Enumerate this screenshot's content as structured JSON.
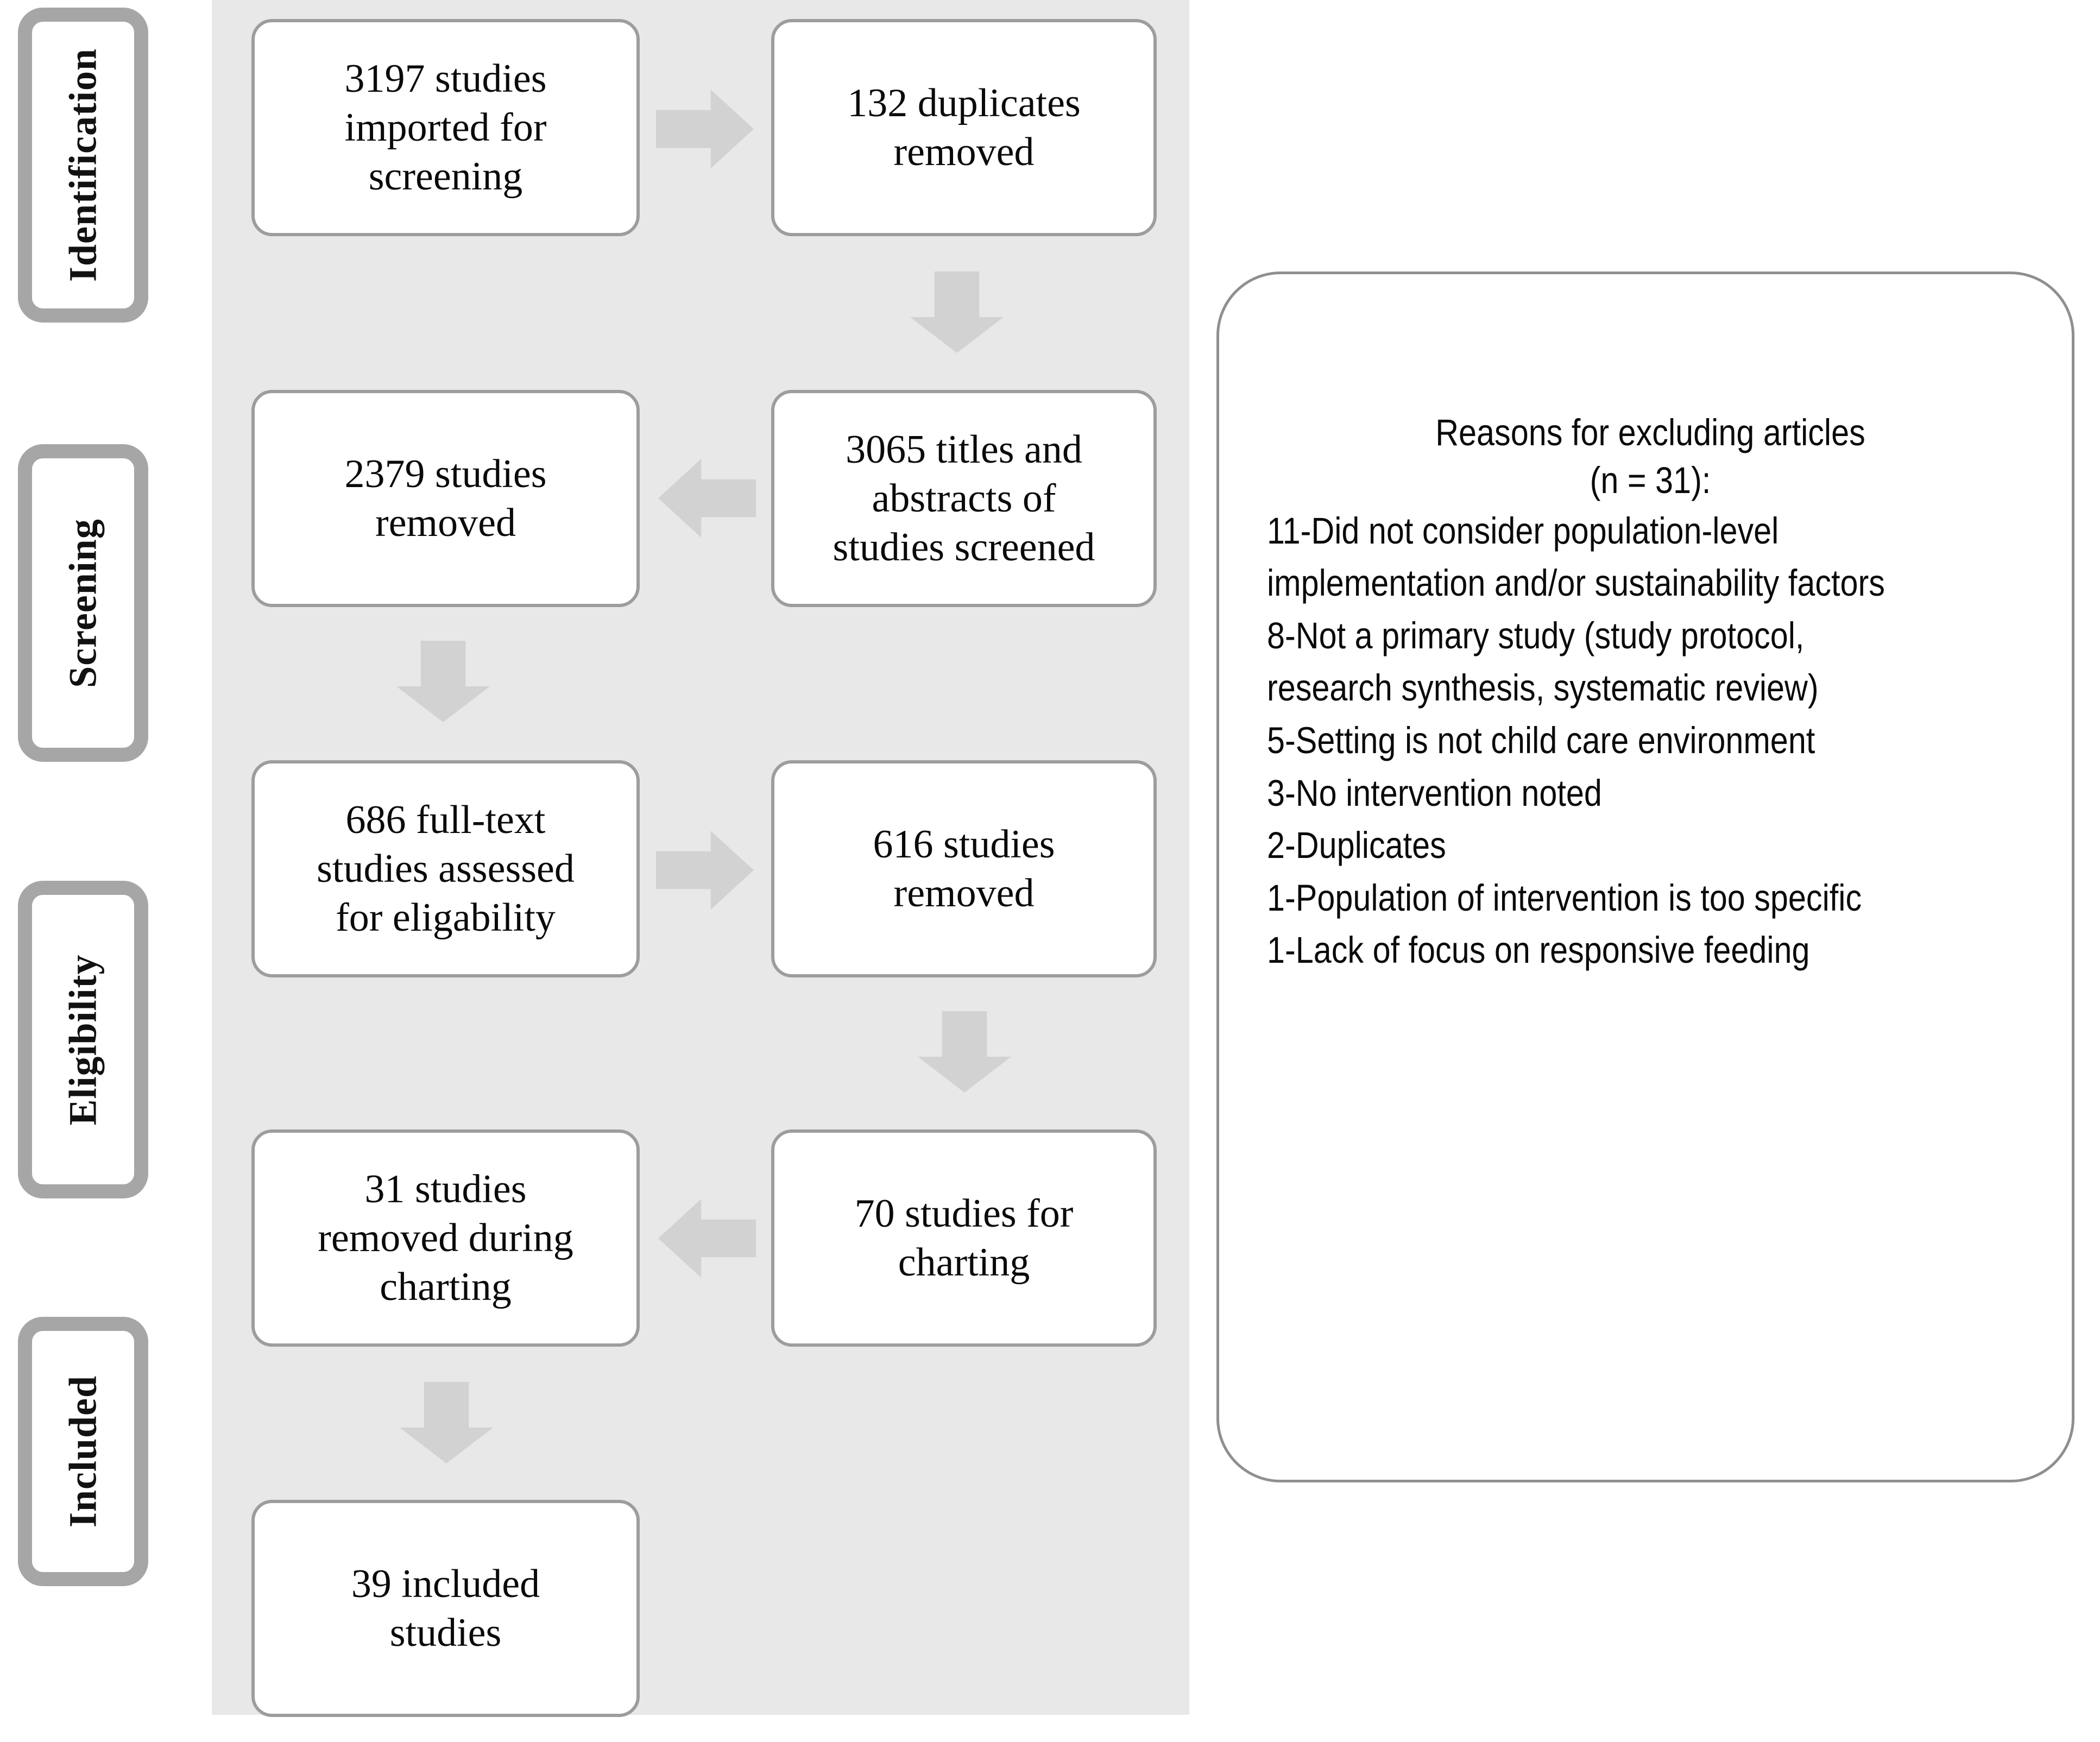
{
  "figure": {
    "type": "prisma-flow-diagram",
    "background_panel_color": "#e8e8e8",
    "box_border_color": "#9d9d9d",
    "arrow_color": "#d2d2d2",
    "stage_border_color": "#a6a6a6"
  },
  "stages": [
    {
      "label": "Identification"
    },
    {
      "label": "Screening"
    },
    {
      "label": "Eligibility"
    },
    {
      "label": "Included"
    }
  ],
  "flow_boxes": [
    {
      "id": "imported",
      "text": "3197 studies\nimported for\nscreening"
    },
    {
      "id": "duplicates",
      "text": "132 duplicates\nremoved"
    },
    {
      "id": "screened-removed",
      "text": "2379 studies\nremoved"
    },
    {
      "id": "titles-abstracts",
      "text": "3065 titles and\nabstracts of\nstudies screened"
    },
    {
      "id": "fulltext",
      "text": "686 full-text\nstudies assessed\nfor eligability"
    },
    {
      "id": "fulltext-removed",
      "text": "616 studies\nremoved"
    },
    {
      "id": "charting-removed",
      "text": "31 studies\nremoved during\ncharting"
    },
    {
      "id": "charting",
      "text": "70 studies for\ncharting"
    },
    {
      "id": "included",
      "text": "39 included\nstudies"
    }
  ],
  "arrows": [
    {
      "id": "arrow-1",
      "direction": "right"
    },
    {
      "id": "arrow-2",
      "direction": "down"
    },
    {
      "id": "arrow-3",
      "direction": "left"
    },
    {
      "id": "arrow-4",
      "direction": "down"
    },
    {
      "id": "arrow-5",
      "direction": "right"
    },
    {
      "id": "arrow-6",
      "direction": "down"
    },
    {
      "id": "arrow-7",
      "direction": "left"
    },
    {
      "id": "arrow-8",
      "direction": "down"
    }
  ],
  "reasons": {
    "title_line_1": "Reasons for excluding articles",
    "title_line_2": "(n = 31):",
    "count": 31,
    "items": [
      {
        "n": 11,
        "text": "11-Did not consider population-level implementation and/or sustainability factors"
      },
      {
        "n": 8,
        "text": "8-Not a primary study (study protocol, research synthesis, systematic review)"
      },
      {
        "n": 5,
        "text": "5-Setting is not child care environment"
      },
      {
        "n": 3,
        "text": "3-No intervention noted"
      },
      {
        "n": 2,
        "text": "2-Duplicates"
      },
      {
        "n": 1,
        "text": "1-Population of intervention is too specific"
      },
      {
        "n": 1,
        "text": "1-Lack of focus on responsive feeding"
      }
    ]
  },
  "chart_data": {
    "type": "table",
    "title": "PRISMA study selection flow",
    "categories": [
      "studies imported for screening",
      "duplicates removed",
      "titles and abstracts of studies screened",
      "studies removed (title/abstract)",
      "full-text studies assessed for eligability",
      "studies removed (full text)",
      "studies for charting",
      "studies removed during charting",
      "included studies"
    ],
    "values": [
      3197,
      132,
      3065,
      2379,
      686,
      616,
      70,
      31,
      39
    ]
  }
}
